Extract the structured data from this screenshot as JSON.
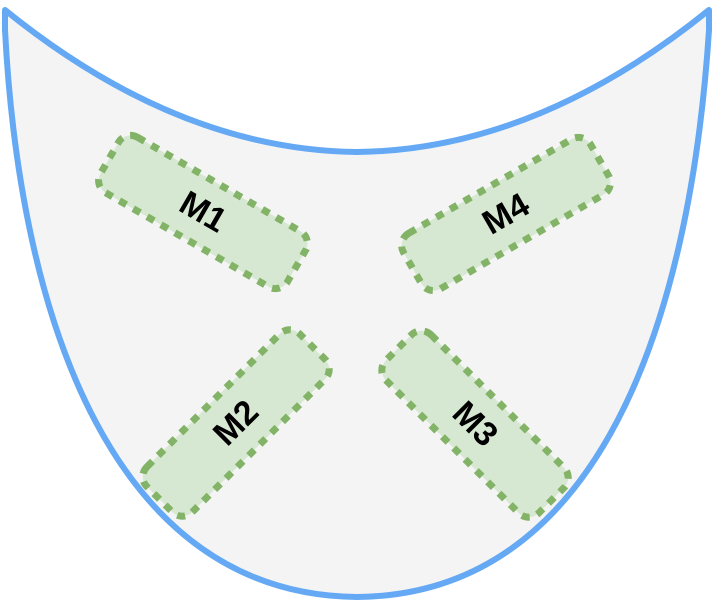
{
  "diagram": {
    "colors": {
      "container_fill": "#f4f4f4",
      "container_stroke": "#65a9f5",
      "module_fill": "#d6e8d2",
      "module_stroke": "#82b366",
      "label_color": "#000000"
    },
    "modules": [
      {
        "id": "m1",
        "label": "M1"
      },
      {
        "id": "m2",
        "label": "M2"
      },
      {
        "id": "m3",
        "label": "M3"
      },
      {
        "id": "m4",
        "label": "M4"
      }
    ]
  }
}
